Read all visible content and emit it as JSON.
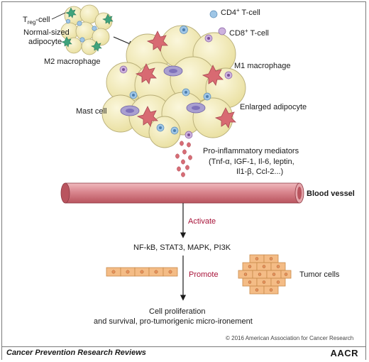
{
  "labels": {
    "treg_prefix": "T",
    "treg_sub": "reg",
    "treg_suffix": "-cell",
    "normal_adipocyte_1": "Normal-sized",
    "normal_adipocyte_2": "adipocyte",
    "m2": "M2 macrophage",
    "cd4_prefix": "CD4",
    "cd4_sup": "+",
    "cd4_suffix": " T-cell",
    "cd8_prefix": "CD8",
    "cd8_sup": "+",
    "cd8_suffix": " T-cell",
    "m1": "M1 macrophage",
    "mast": "Mast cell",
    "enlarged": "Enlarged adipocyte",
    "mediators_1": "Pro-inflammatory mediators",
    "mediators_2": "(Tnf-α, IGF-1, Il-6, leptin,",
    "mediators_3": "Il1-β, Ccl-2...)",
    "blood_vessel": "Blood vessel",
    "activate": "Activate",
    "pathways": "NF-kB, STAT3, MAPK, PI3K",
    "promote": "Promote",
    "tumor": "Tumor cells",
    "outcome_1": "Cell proliferation",
    "outcome_2": "and survival, pro-tumorigenic micro-ironement",
    "copyright": "© 2016 American Association for Cancer Research"
  },
  "footer": {
    "journal": "Cancer Prevention Research Reviews",
    "logo": "AACR"
  },
  "colors": {
    "adipocyte": "#f3ecbc",
    "adipocyte_stroke": "#b8ae78",
    "m1_macrophage": "#d86a72",
    "m2_macrophage": "#3fa37c",
    "mast_cell": "#a99fd0",
    "t_cell_cd4": "#9fc6e6",
    "t_cell_cd8": "#cdb2de",
    "mediator": "#d76d76",
    "blood_vessel": "#d9868e",
    "tumor_cell": "#f4bc86",
    "accent_red": "#a8143a"
  },
  "icons": [
    "adipocyte-icon",
    "t-cell-icon",
    "macrophage-icon",
    "mast-cell-icon",
    "tumor-cell-icon",
    "blood-vessel-icon"
  ]
}
